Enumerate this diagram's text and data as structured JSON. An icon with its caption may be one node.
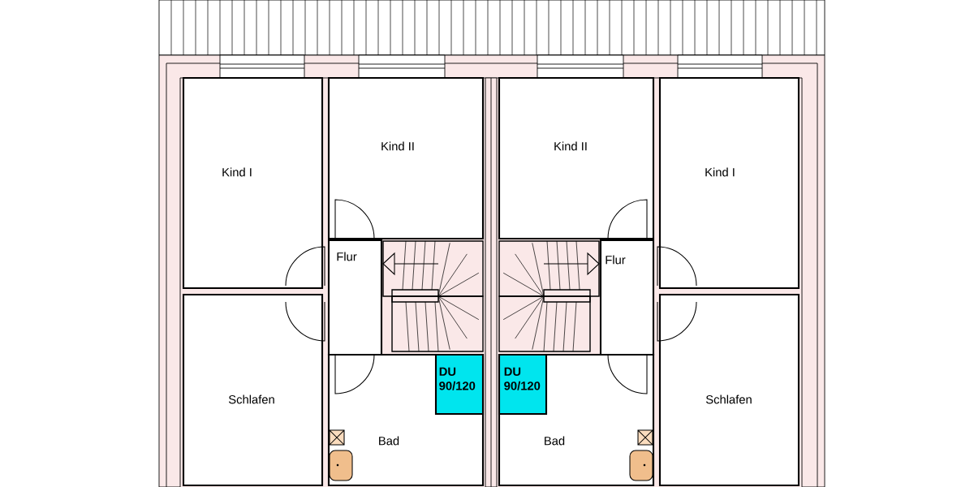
{
  "diagram": {
    "nodes": [
      {
        "text": [
          "Kind I"
        ]
      },
      {
        "text": [
          "Kind II"
        ]
      },
      {
        "text": [
          "Kind II"
        ]
      },
      {
        "text": [
          "Kind I"
        ]
      },
      {
        "text": [
          "Flur"
        ]
      },
      {
        "text": [
          "Flur"
        ]
      },
      {
        "text": [
          "Schlafen"
        ]
      },
      {
        "text": [
          "Bad"
        ]
      },
      {
        "text": [
          "DU 90/120"
        ],
        "in": 7
      },
      {
        "text": [
          "Bad"
        ]
      },
      {
        "text": [
          "DU 90/120"
        ],
        "in": 9
      },
      {
        "text": [
          "Schlafen"
        ]
      }
    ]
  }
}
